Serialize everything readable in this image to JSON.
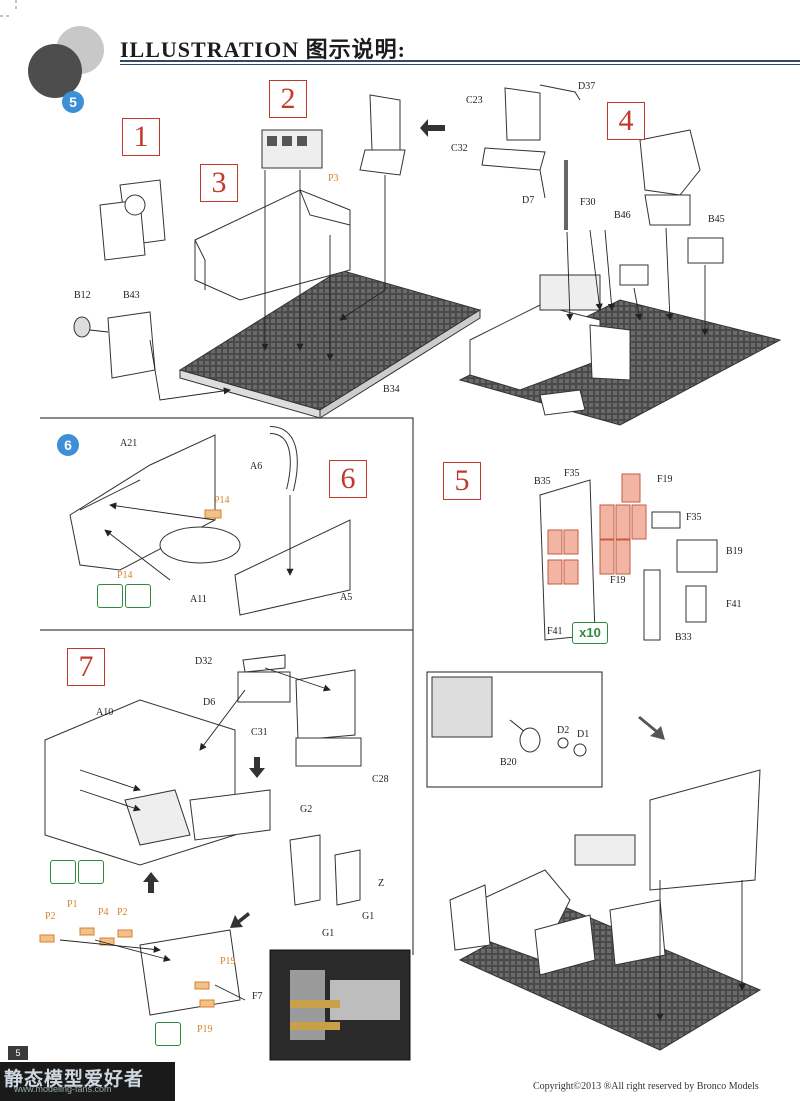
{
  "header": {
    "title": "ILLUSTRATION 图示说明:"
  },
  "page_number": "5",
  "watermark": {
    "main": "静态模型爱好者",
    "sub": "www.modeling-fans.com"
  },
  "footer": {
    "copyright": "Copyright©2013 ®All right reserved by Bronco Models"
  },
  "steps": {
    "step5": {
      "number": "5",
      "boxes": [
        "1",
        "2",
        "3",
        "4"
      ],
      "labels": {
        "p3": "P3",
        "b12": "B12",
        "b43": "B43",
        "b34": "B34",
        "c23": "C23",
        "c32": "C32",
        "d37": "D37",
        "d7": "D7",
        "f30": "F30",
        "b46": "B46",
        "b45": "B45"
      }
    },
    "step6": {
      "number": "6",
      "box": "6",
      "labels": {
        "a21": "A21",
        "a6": "A6",
        "p14a": "P14",
        "p14b": "P14",
        "a11": "A11",
        "a5": "A5"
      }
    },
    "step7": {
      "box": "7",
      "labels": {
        "d32": "D32",
        "d6": "D6",
        "c31": "C31",
        "c28": "C28",
        "a10": "A10",
        "g2": "G2",
        "z": "Z",
        "g1a": "G1",
        "g1b": "G1",
        "p2a": "P2",
        "p1": "P1",
        "p4": "P4",
        "p2b": "P2",
        "p19a": "P19",
        "p19b": "P19",
        "f7": "F7"
      }
    },
    "step5b": {
      "box": "5",
      "multiplier": "x10",
      "labels": {
        "b35": "B35",
        "f35a": "F35",
        "f19a": "F19",
        "f35b": "F35",
        "b19": "B19",
        "f19b": "F19",
        "f41a": "F41",
        "f41b": "F41",
        "b33": "B33",
        "b20": "B20",
        "d2": "D2",
        "d1": "D1"
      }
    }
  },
  "colors": {
    "step_circle": "#3d8fd6",
    "callout_red": "#c0392b",
    "photo_etch_orange": "#d4822c",
    "icon_green": "#2e8b3a",
    "resin_pink": "#e8735a"
  }
}
